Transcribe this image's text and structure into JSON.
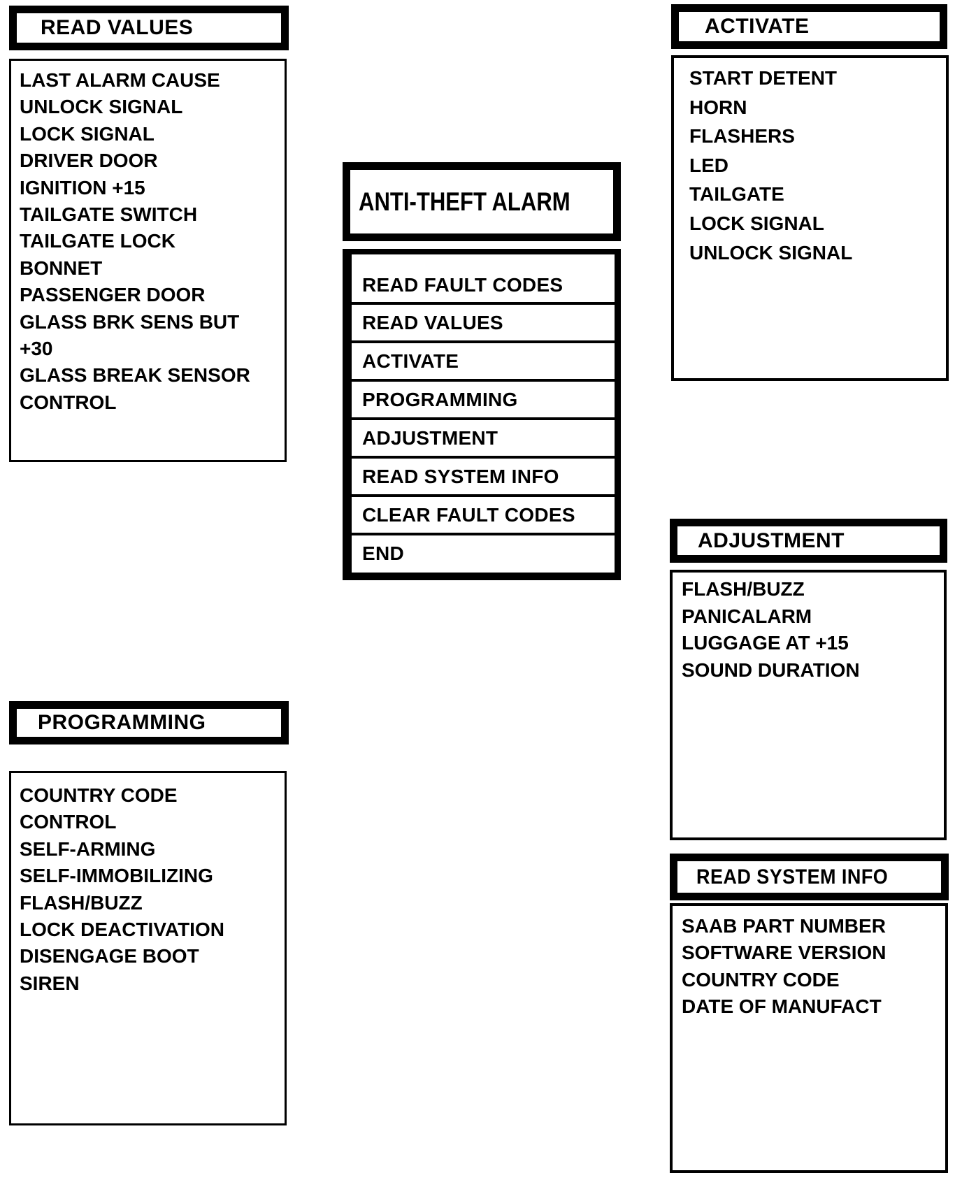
{
  "title_box": {
    "label": "ANTI-THEFT ALARM"
  },
  "main_menu": {
    "items": [
      "READ FAULT CODES",
      "READ VALUES",
      "ACTIVATE",
      "PROGRAMMING",
      "ADJUSTMENT",
      "READ SYSTEM INFO",
      "CLEAR FAULT CODES",
      "END"
    ]
  },
  "panels": {
    "read_values": {
      "title": "READ VALUES",
      "items": [
        "LAST ALARM CAUSE",
        "UNLOCK SIGNAL",
        "LOCK SIGNAL",
        "DRIVER DOOR",
        "IGNITION +15",
        "TAILGATE SWITCH",
        "TAILGATE LOCK",
        "BONNET",
        "PASSENGER DOOR",
        "GLASS BRK SENS BUT",
        "+30",
        "GLASS BREAK SENSOR",
        "CONTROL"
      ]
    },
    "activate": {
      "title": "ACTIVATE",
      "items": [
        "START DETENT",
        "HORN",
        "FLASHERS",
        "LED",
        "TAILGATE",
        "LOCK SIGNAL",
        "UNLOCK SIGNAL"
      ]
    },
    "programming": {
      "title": "PROGRAMMING",
      "items": [
        "COUNTRY CODE",
        "CONTROL",
        "SELF-ARMING",
        "SELF-IMMOBILIZING",
        "FLASH/BUZZ",
        "LOCK DEACTIVATION",
        "DISENGAGE BOOT",
        "SIREN"
      ]
    },
    "adjustment": {
      "title": "ADJUSTMENT",
      "items": [
        "FLASH/BUZZ",
        "PANICALARM",
        "LUGGAGE AT +15",
        "SOUND DURATION"
      ]
    },
    "read_system_info": {
      "title": "READ SYSTEM INFO",
      "items": [
        "SAAB PART NUMBER",
        "SOFTWARE VERSION",
        "COUNTRY CODE",
        "DATE OF MANUFACT"
      ]
    }
  },
  "colors": {
    "ink": "#000000",
    "paper": "#ffffff"
  }
}
